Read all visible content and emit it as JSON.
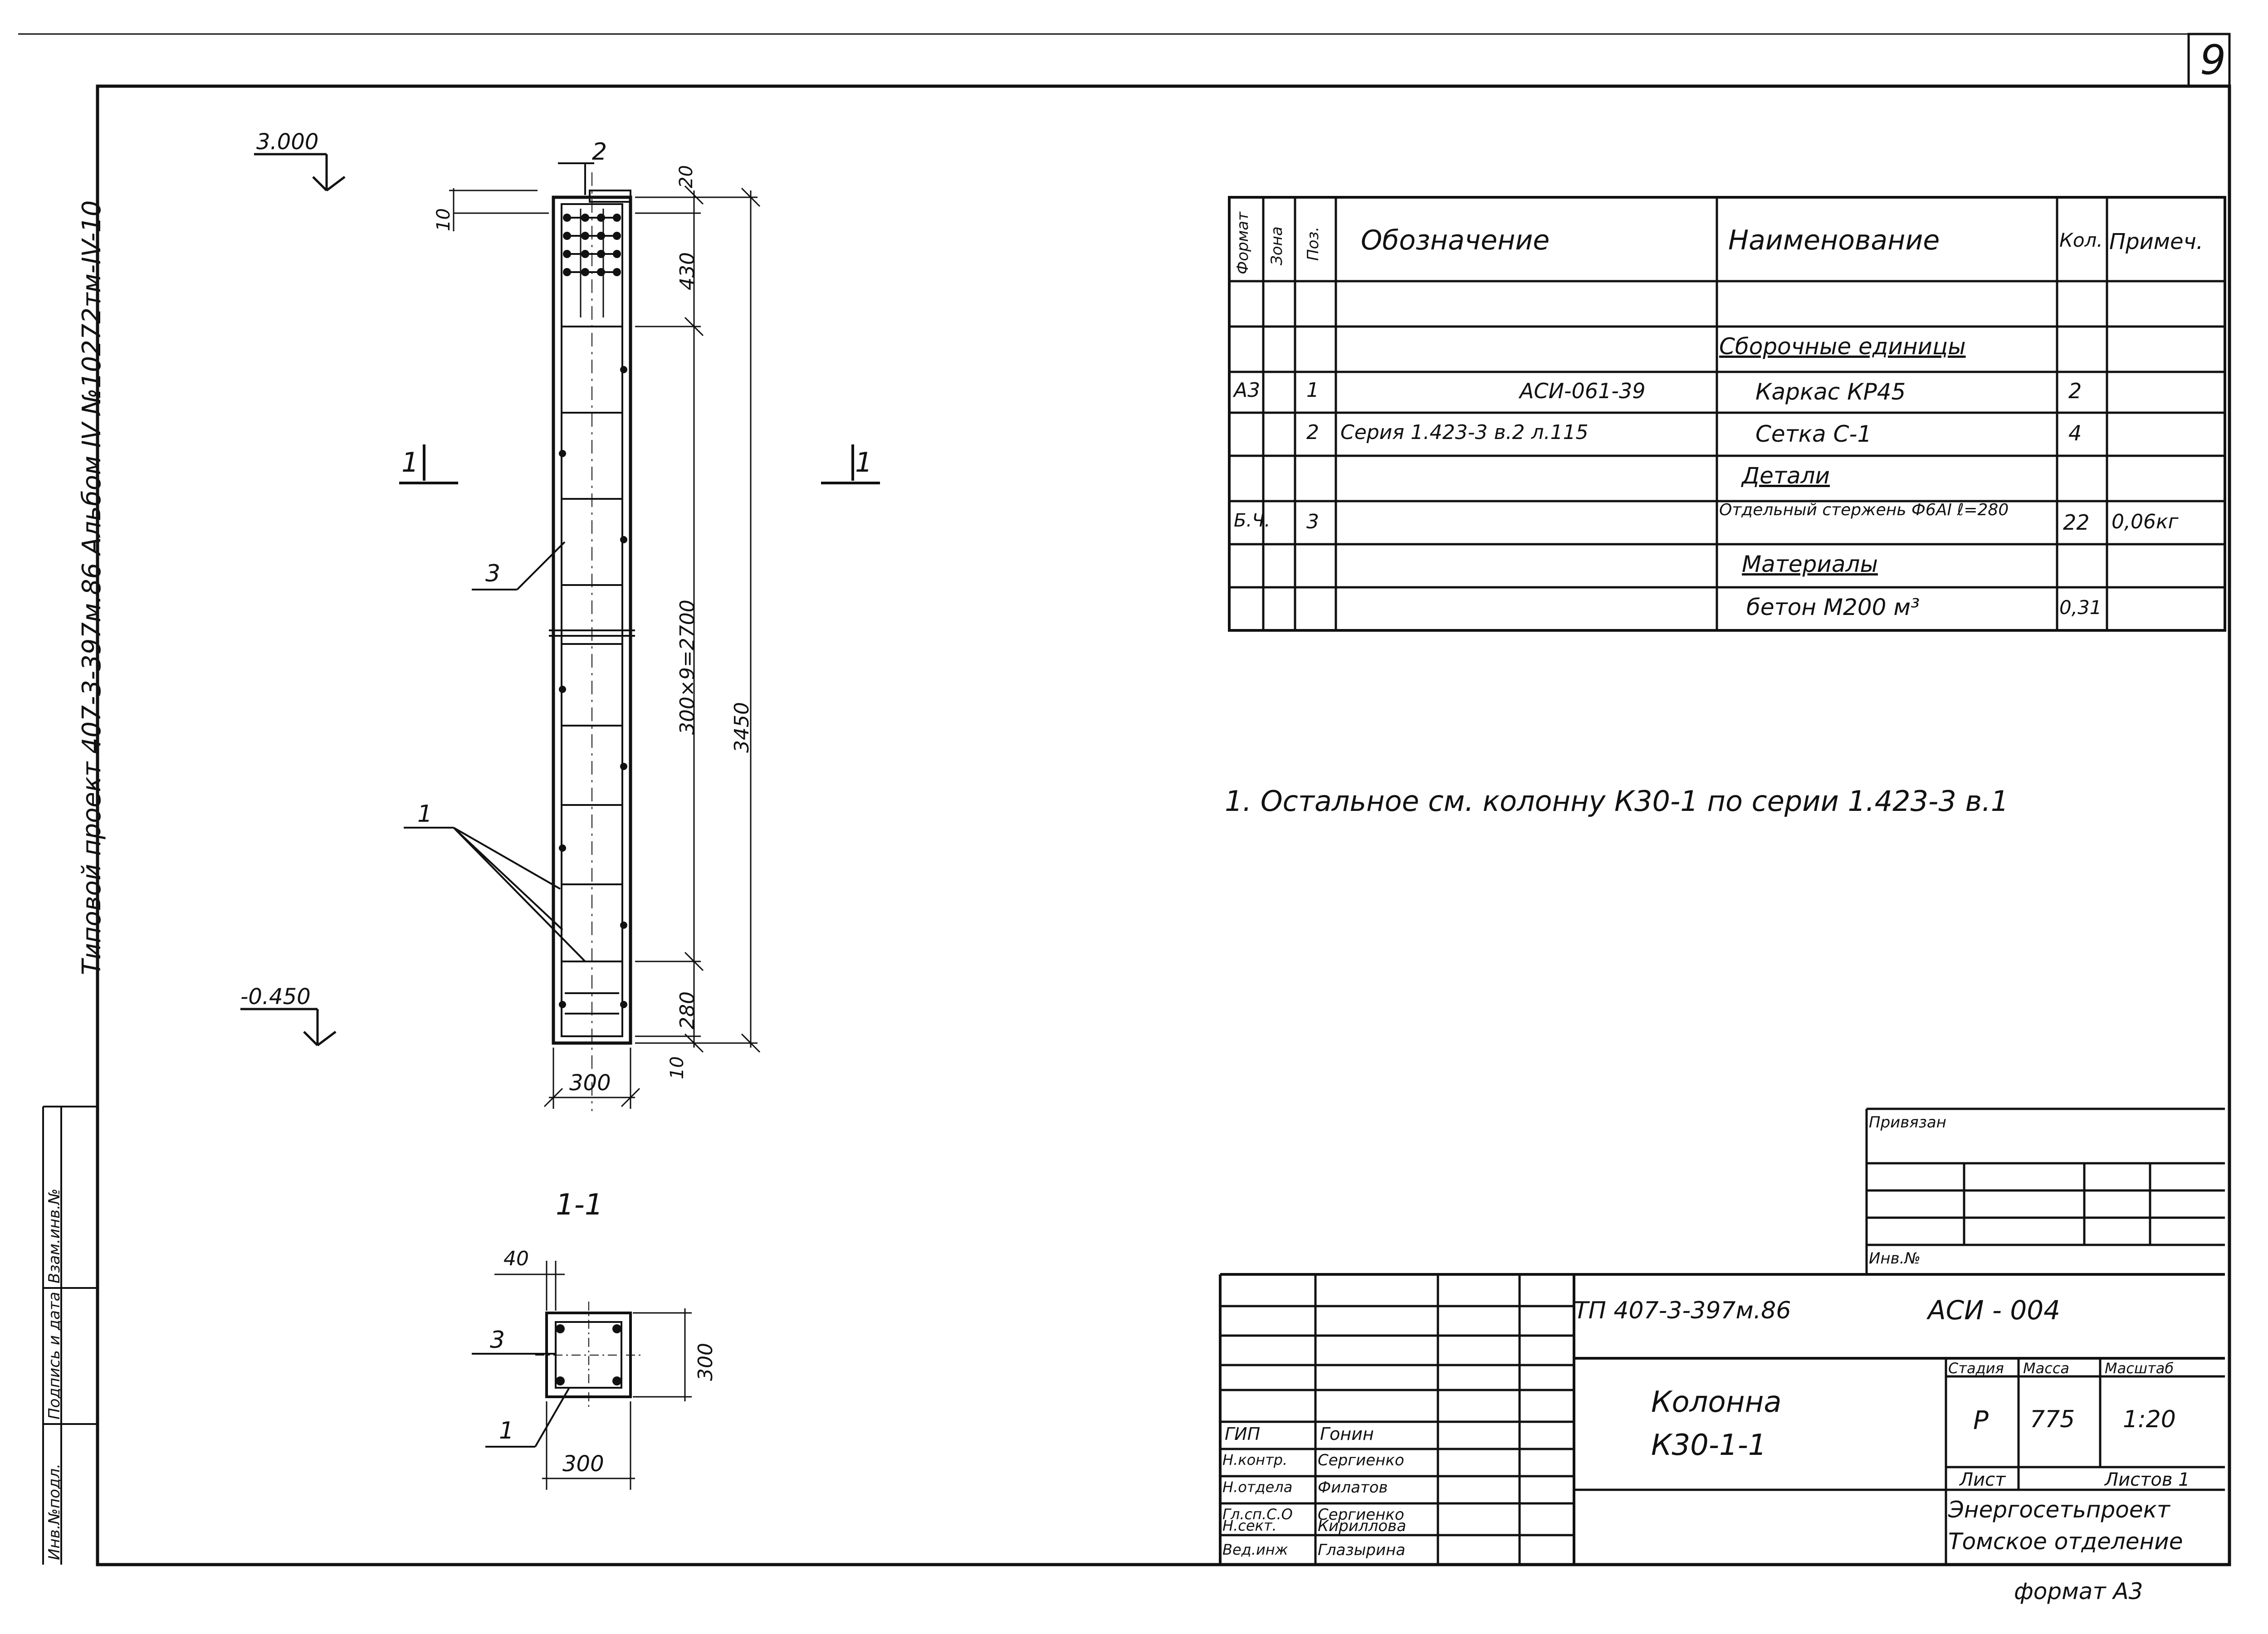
{
  "sheet": {
    "number": "9",
    "format_note": "формат А3",
    "side_title": "Типовой проект 407-3-397м.86 Альбом IV №10272тм-IV-10",
    "side_stamp": [
      "Инв.№подл.",
      "Подпись и дата",
      "Взам.инв.№"
    ]
  },
  "drawing": {
    "elev_top": "3.000",
    "elev_bottom": "-0.450",
    "section_mark": "1",
    "section_title": "1-1",
    "callouts": [
      "1",
      "2",
      "3"
    ],
    "dims": {
      "top_cover": "10",
      "top_gap": "20",
      "top_zone": "430",
      "pitch": "300×9=2700",
      "total": "3450",
      "bottom_zone": "280",
      "bottom_cover": "10",
      "width": "300",
      "sec_cover": "40",
      "sec_height": "300",
      "sec_width": "300"
    }
  },
  "spec": {
    "headers": [
      "Формат",
      "Зона",
      "Поз.",
      "Обозначение",
      "Наименование",
      "Кол.",
      "Примеч."
    ],
    "rows": [
      {
        "format": "",
        "zone": "",
        "pos": "",
        "designation": "",
        "name": "",
        "qty": "",
        "note": ""
      },
      {
        "format": "",
        "zone": "",
        "pos": "",
        "designation": "",
        "name": "Сборочные единицы",
        "qty": "",
        "note": ""
      },
      {
        "format": "А3",
        "zone": "",
        "pos": "1",
        "designation": "АСИ-061-39",
        "name": "Каркас КР45",
        "qty": "2",
        "note": ""
      },
      {
        "format": "",
        "zone": "",
        "pos": "2",
        "designation": "Серия 1.423-3 в.2 л.115",
        "name": "Сетка С-1",
        "qty": "4",
        "note": ""
      },
      {
        "format": "",
        "zone": "",
        "pos": "",
        "designation": "",
        "name": "Детали",
        "qty": "",
        "note": ""
      },
      {
        "format": "Б.Ч.",
        "zone": "",
        "pos": "3",
        "designation": "",
        "name": "Отдельный стержень Ф6АI ℓ=280",
        "qty": "22",
        "note": "0,06кг"
      },
      {
        "format": "",
        "zone": "",
        "pos": "",
        "designation": "",
        "name": "Материалы",
        "qty": "",
        "note": ""
      },
      {
        "format": "",
        "zone": "",
        "pos": "",
        "designation": "",
        "name": "бетон М200 м³",
        "qty": "0,31",
        "note": ""
      }
    ]
  },
  "note": "1. Остальное см. колонну К30-1 по серии 1.423-3 в.1",
  "binding": {
    "label": "Привязан",
    "inv_label": "Инв.№"
  },
  "title_block": {
    "project_code": "ТП 407-3-397м.86",
    "doc_code": "АСИ - 004",
    "name_line1": "Колонна",
    "name_line2": "К30-1-1",
    "stage_label": "Стадия",
    "mass_label": "Масса",
    "scale_label": "Масштаб",
    "stage": "Р",
    "mass": "775",
    "scale": "1:20",
    "sheet_label": "Лист",
    "sheets_label": "Листов 1",
    "org_line1": "Энергосетьпроект",
    "org_line2": "Томское отделение",
    "roles": [
      {
        "role": "ГИП",
        "name": "Гонин"
      },
      {
        "role": "Н.контр.",
        "name": "Сергиенко"
      },
      {
        "role": "Н.отдела",
        "name": "Филатов"
      },
      {
        "role": "Гл.сп.С.О",
        "name": "Сергиенко"
      },
      {
        "role": "Н.сект.",
        "name": "Кириллова"
      },
      {
        "role": "Вед.инж",
        "name": "Глазырина"
      }
    ]
  }
}
